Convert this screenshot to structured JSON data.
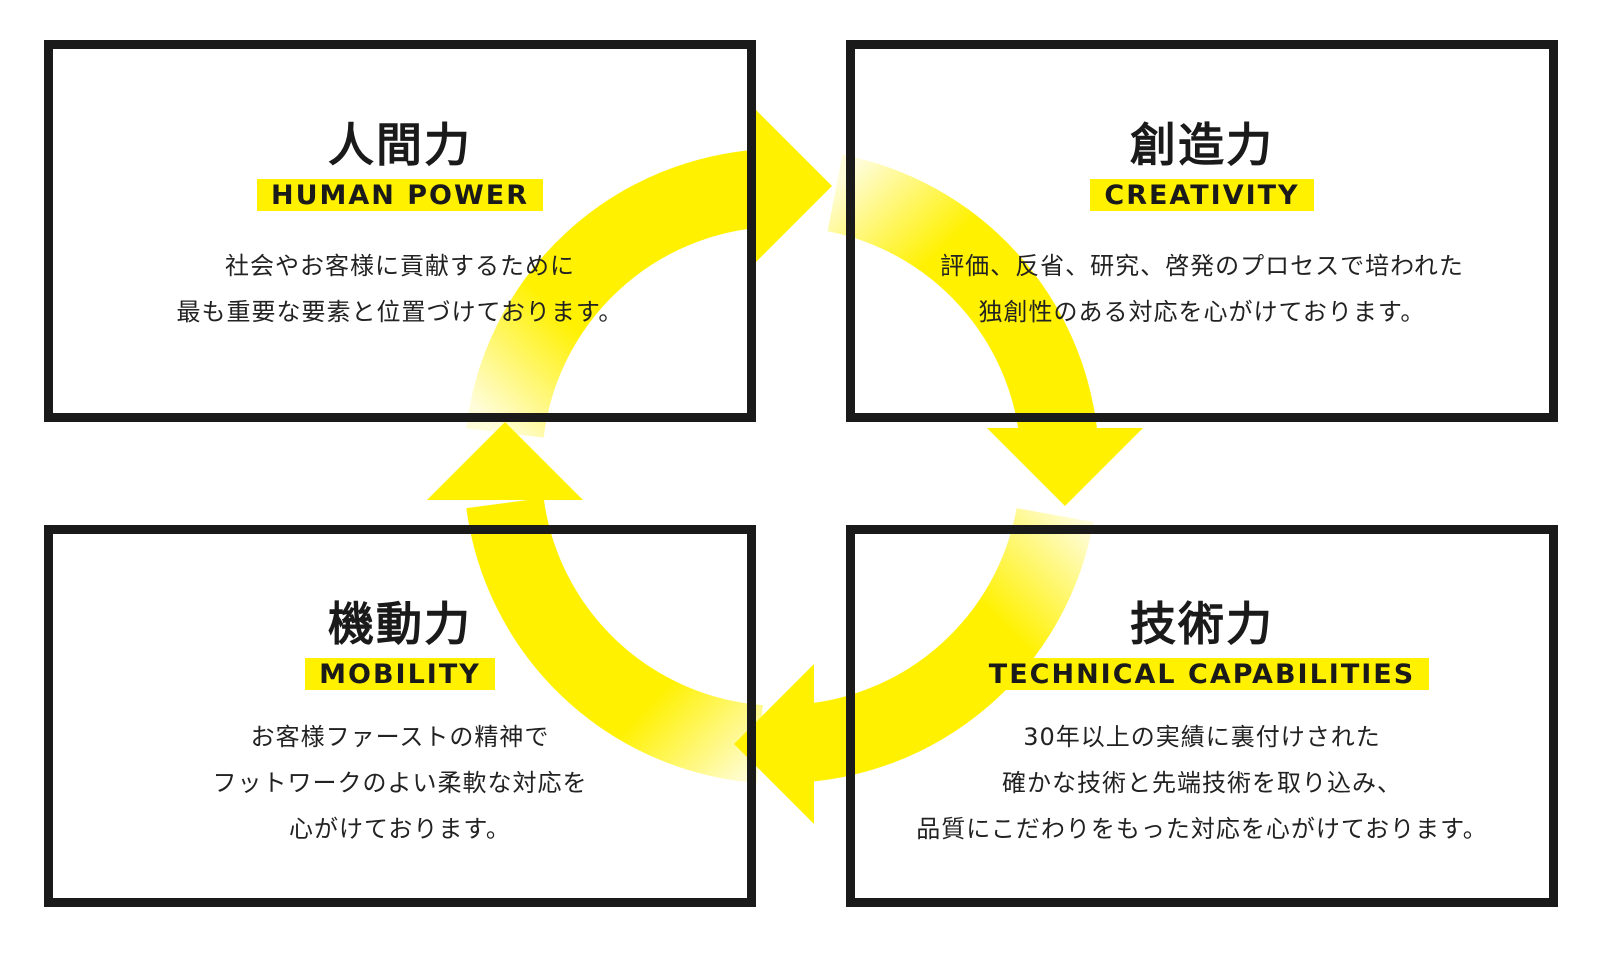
{
  "colors": {
    "accent": "#fff100",
    "border": "#1a1a1a",
    "text": "#1a1a1a"
  },
  "diagram": {
    "type": "cycle",
    "direction": "clockwise",
    "arrow_icon": "circular-arrows-icon"
  },
  "cards": {
    "top_left": {
      "title": "人間力",
      "subtitle": "HUMAN POWER",
      "lines": [
        "社会やお客様に貢献するために",
        "最も重要な要素と位置づけております。"
      ]
    },
    "top_right": {
      "title": "創造力",
      "subtitle": "CREATIVITY",
      "lines": [
        "評価、反省、研究、啓発のプロセスで培われた",
        "独創性のある対応を心がけております。"
      ]
    },
    "bottom_left": {
      "title": "機動力",
      "subtitle": "MOBILITY",
      "lines": [
        "お客様ファーストの精神で",
        "フットワークのよい柔軟な対応を",
        "心がけております。"
      ]
    },
    "bottom_right": {
      "title": "技術力",
      "subtitle": "TECHNICAL CAPABILITIES",
      "lines": [
        "30年以上の実績に裏付けされた",
        "確かな技術と先端技術を取り込み、",
        "品質にこだわりをもった対応を心がけております。"
      ]
    }
  }
}
